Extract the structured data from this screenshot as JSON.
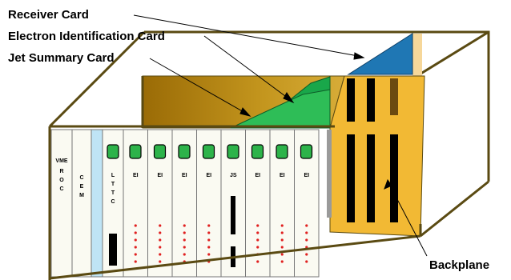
{
  "labels": {
    "receiver_card": "Receiver Card",
    "electron_card": "Electron Identification Card",
    "jet_card": "Jet Summary Card",
    "backplane": "Backplane"
  },
  "modules": {
    "vme": "VME",
    "roc": [
      "R",
      "O",
      "C"
    ],
    "cem": [
      "C",
      "E",
      "M"
    ],
    "lttc": [
      "L",
      "T",
      "T",
      "C"
    ],
    "slots": [
      "EI",
      "EI",
      "EI",
      "EI",
      "JS",
      "EI",
      "EI",
      "EI"
    ]
  },
  "colors": {
    "frame": "#5a4a12",
    "backplane": "#f2b934",
    "backplane_slot": "#000000",
    "receiver": "#1f77b4",
    "green_card": "#19a74a",
    "brown_card": "#a8780e",
    "module_face": "#fafaf2",
    "cem_face": "#bfe4f5",
    "led": "#2db34a",
    "dot": "#e02020"
  }
}
